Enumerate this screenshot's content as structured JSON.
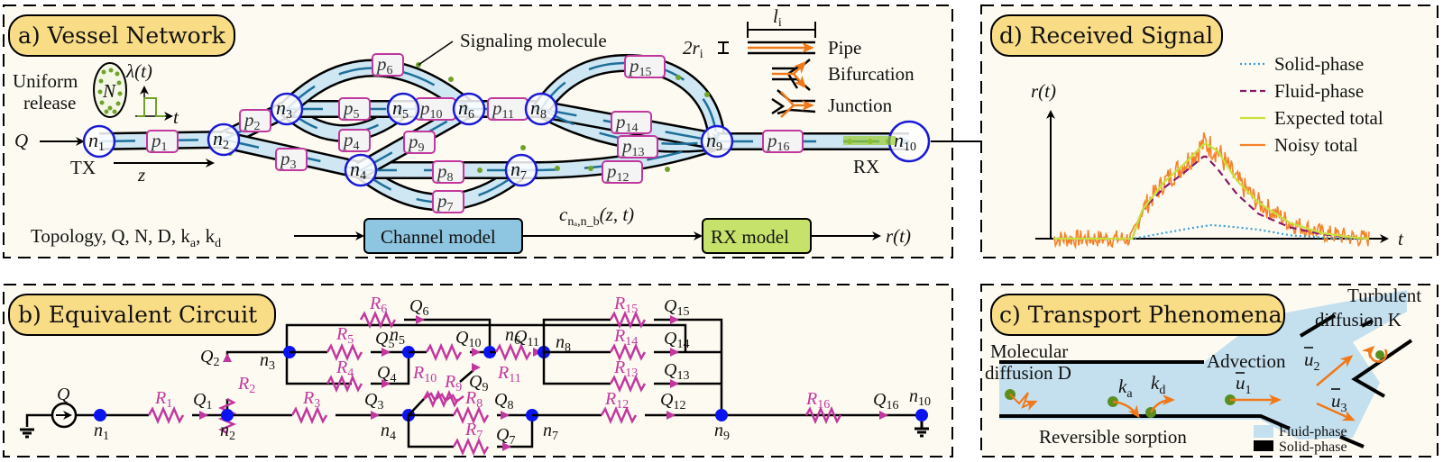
{
  "panels": {
    "a": {
      "title": "a) Vessel Network",
      "uniform_release": [
        "Uniform",
        "release"
      ],
      "release_count_symbol": "N",
      "release_profile_label": "λ(t)",
      "release_profile_axis": "t",
      "flow_input": "Q",
      "tx_label": "TX",
      "axis_label": "z",
      "rx_label": "RX",
      "signaling_molecule_label": "Signaling molecule",
      "legend": {
        "length_symbol": "l",
        "length_sub": "i",
        "radius_symbol": "2r",
        "radius_sub": "i",
        "items": [
          "Pipe",
          "Bifurcation",
          "Junction"
        ]
      },
      "nodes": [
        "1",
        "2",
        "3",
        "4",
        "5",
        "6",
        "7",
        "8",
        "9",
        "10"
      ],
      "pipes": [
        "1",
        "2",
        "3",
        "4",
        "5",
        "6",
        "7",
        "8",
        "9",
        "10",
        "11",
        "12",
        "13",
        "14",
        "15",
        "16"
      ],
      "pipeline": {
        "inputs": "Topology, Q, N, D, k",
        "inputs_ka_sub": "a",
        "inputs_kd_sub": "d",
        "channel_block": "Channel model",
        "concentration_label": "c",
        "concentration_sub": "nₐ,n_b",
        "concentration_args": "(z, t)",
        "rx_block": "RX model",
        "output": "r(t)"
      },
      "colors": {
        "pipe_fill": "#cfe6f3",
        "node_stroke": "#1a1ad6",
        "pipe_label_border": "#c2379e",
        "channel_block": "#8ec5e0",
        "rx_block": "#c6e26a",
        "legend_arrow": "#f07818"
      }
    },
    "b": {
      "title": "b) Equivalent Circuit",
      "source_label": "Q",
      "nodes": [
        "1",
        "2",
        "3",
        "4",
        "5",
        "6",
        "7",
        "8",
        "9",
        "10"
      ],
      "resistors": [
        "1",
        "2",
        "3",
        "4",
        "5",
        "6",
        "7",
        "8",
        "9",
        "10",
        "11",
        "12",
        "13",
        "14",
        "15",
        "16"
      ],
      "flows": [
        "1",
        "2",
        "3",
        "4",
        "5",
        "6",
        "7",
        "8",
        "9",
        "10",
        "11",
        "12",
        "13",
        "14",
        "15",
        "16"
      ],
      "colors": {
        "resistor": "#c2379e",
        "node": "#0a14f0"
      }
    },
    "c": {
      "title": "c) Transport Phenomena",
      "molecular_diffusion": [
        "Molecular",
        "diffusion D"
      ],
      "turbulent_diffusion": [
        "Turbulent",
        "diffusion K"
      ],
      "advection": "Advection",
      "ka": "k",
      "ka_sub": "a",
      "kd": "k",
      "kd_sub": "d",
      "u1": "u",
      "u1_sub": "1",
      "u2": "u",
      "u2_sub": "2",
      "u3": "u",
      "u3_sub": "3",
      "reversible_sorption": "Reversible sorption",
      "legend": [
        "Fluid-phase",
        "Solid-phase"
      ],
      "colors": {
        "fluid": "#c4e0ef",
        "solid": "#000000",
        "arrow": "#f07818",
        "molecule": "#5a8f1e"
      }
    },
    "d": {
      "title": "d) Received Signal"
    }
  },
  "chart_data": {
    "type": "line",
    "title": "d) Received Signal",
    "xlabel": "t",
    "ylabel": "r(t)",
    "legend_position": "top-right",
    "grid": false,
    "xlim": [
      0,
      1
    ],
    "ylim": [
      0,
      1
    ],
    "series": [
      {
        "name": "Solid-phase",
        "style": "dotted",
        "color": "#3a9fd8",
        "x": [
          0,
          0.25,
          0.35,
          0.45,
          0.5,
          0.55,
          0.65,
          0.75,
          0.85,
          0.95,
          1.0
        ],
        "y": [
          0,
          0,
          0.05,
          0.1,
          0.12,
          0.11,
          0.08,
          0.03,
          0.01,
          0,
          0
        ]
      },
      {
        "name": "Fluid-phase",
        "style": "dashed",
        "color": "#8a1a6a",
        "x": [
          0,
          0.25,
          0.28,
          0.35,
          0.42,
          0.48,
          0.52,
          0.58,
          0.65,
          0.75,
          0.85,
          0.95,
          1.0
        ],
        "y": [
          0,
          0,
          0.25,
          0.45,
          0.6,
          0.74,
          0.62,
          0.4,
          0.22,
          0.1,
          0.04,
          0.01,
          0
        ]
      },
      {
        "name": "Expected total",
        "style": "solid",
        "color": "#c8e03c",
        "x": [
          0,
          0.25,
          0.28,
          0.35,
          0.42,
          0.48,
          0.52,
          0.58,
          0.65,
          0.75,
          0.85,
          0.95,
          1.0
        ],
        "y": [
          0,
          0,
          0.25,
          0.5,
          0.68,
          0.85,
          0.78,
          0.52,
          0.32,
          0.14,
          0.05,
          0.01,
          0
        ]
      },
      {
        "name": "Noisy total",
        "style": "solid",
        "color": "#f5822a",
        "noise_amplitude": 0.08,
        "x": [
          0,
          0.25,
          0.28,
          0.35,
          0.42,
          0.48,
          0.52,
          0.58,
          0.65,
          0.75,
          0.85,
          0.95,
          1.0
        ],
        "y": [
          0,
          0,
          0.25,
          0.5,
          0.68,
          0.85,
          0.78,
          0.52,
          0.32,
          0.14,
          0.05,
          0.01,
          0
        ]
      }
    ]
  }
}
